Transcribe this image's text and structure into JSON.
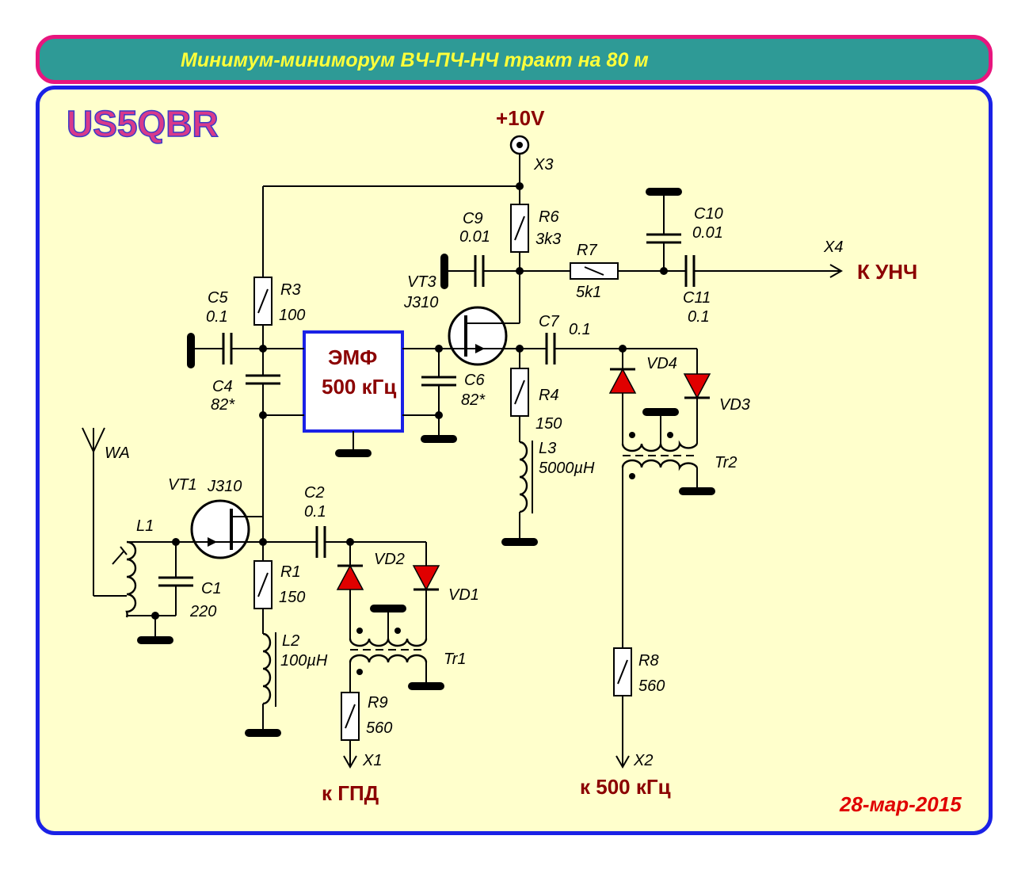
{
  "title": "Минимум-миниморум ВЧ-ПЧ-НЧ тракт на 80 м",
  "logo": "US5QBR",
  "date": "28-мар-2015",
  "supply": "+10V",
  "filter": {
    "name": "ЭМФ",
    "freq": "500 кГц"
  },
  "outputs": {
    "unch": "К УНЧ",
    "gpd": "к ГПД",
    "if500": "к 500 кГц"
  },
  "connectors": {
    "x1": "X1",
    "x2": "X2",
    "x3": "X3",
    "x4": "X4"
  },
  "antenna": "WA",
  "components": {
    "vt1": {
      "ref": "VT1",
      "type": "J310"
    },
    "vt3": {
      "ref": "VT3",
      "type": "J310"
    },
    "l1": {
      "ref": "L1"
    },
    "c1": {
      "ref": "C1",
      "value": "220"
    },
    "c2": {
      "ref": "C2",
      "value": "0.1"
    },
    "c4": {
      "ref": "C4",
      "value": "82*"
    },
    "c5": {
      "ref": "C5",
      "value": "0.1"
    },
    "c6": {
      "ref": "C6",
      "value": "82*"
    },
    "c7": {
      "ref": "C7",
      "value": "0.1"
    },
    "c9": {
      "ref": "C9",
      "value": "0.01"
    },
    "c10": {
      "ref": "C10",
      "value": "0.01"
    },
    "c11": {
      "ref": "C11",
      "value": "0.1"
    },
    "r1": {
      "ref": "R1",
      "value": "150"
    },
    "r3": {
      "ref": "R3",
      "value": "100"
    },
    "r4": {
      "ref": "R4",
      "value": "150"
    },
    "r6": {
      "ref": "R6",
      "value": "3k3"
    },
    "r7": {
      "ref": "R7",
      "value": "5k1"
    },
    "r8": {
      "ref": "R8",
      "value": "560"
    },
    "r9": {
      "ref": "R9",
      "value": "560"
    },
    "l2": {
      "ref": "L2",
      "value": "100µH"
    },
    "l3": {
      "ref": "L3",
      "value": "5000µH"
    },
    "vd1": {
      "ref": "VD1"
    },
    "vd2": {
      "ref": "VD2"
    },
    "vd3": {
      "ref": "VD3"
    },
    "vd4": {
      "ref": "VD4"
    },
    "tr1": {
      "ref": "Tr1"
    },
    "tr2": {
      "ref": "Tr2"
    }
  },
  "colors": {
    "title_bg": "#2e9a96",
    "title_border": "#e8157e",
    "title_text": "#ffff3a",
    "panel_bg": "#ffffcc",
    "panel_border": "#1a21e6",
    "filter_border": "#1a21e6",
    "label_red": "#8b0000",
    "date_red": "#e00000",
    "diode_red": "#e00000"
  }
}
